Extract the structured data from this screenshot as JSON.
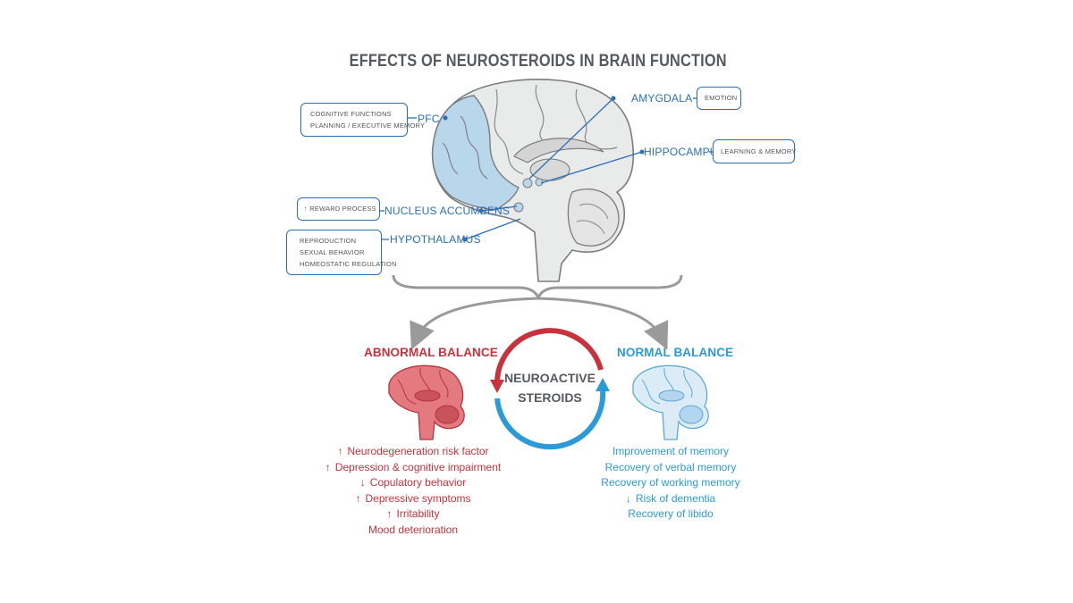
{
  "title": "EFFECTS OF NEUROSTEROIDS IN BRAIN FUNCTION",
  "regions": {
    "pfc": {
      "label": "PFC",
      "box": [
        "COGNITIVE FUNCTIONS",
        "PLANNING / EXECUTIVE MEMORY"
      ]
    },
    "amygdala": {
      "label": "AMYGDALA",
      "box": [
        "EMOTION"
      ]
    },
    "hippocampus": {
      "label": "HIPPOCAMPUS",
      "box": [
        "LEARNING & MEMORY"
      ]
    },
    "nucleus_accumbens": {
      "label": "NUCLEUS ACCUMBENS",
      "box_arrow": "↑",
      "box": [
        "REWARD PROCESS"
      ]
    },
    "hypothalamus": {
      "label": "HYPOTHALAMUS",
      "box": [
        "REPRODUCTION",
        "SEXUAL BEHAVIOR",
        "HOMEOSTATIC REGULATION"
      ]
    }
  },
  "center": {
    "line1": "NEUROACTIVE",
    "line2": "STEROIDS"
  },
  "abnormal": {
    "heading": "ABNORMAL BALANCE",
    "color": "#c8323c",
    "items": [
      {
        "arrow": "↑",
        "text": "Neurodegeneration risk factor"
      },
      {
        "arrow": "↑",
        "text": "Depression & cognitive impairment"
      },
      {
        "arrow": "↓",
        "text": "Copulatory behavior"
      },
      {
        "arrow": "↑",
        "text": "Depressive symptoms"
      },
      {
        "arrow": "↑",
        "text": "Irritability"
      },
      {
        "arrow": "",
        "text": "Mood deterioration"
      }
    ]
  },
  "normal": {
    "heading": "NORMAL BALANCE",
    "color": "#2c9ad8",
    "items": [
      {
        "arrow": "",
        "text": "Improvement of memory"
      },
      {
        "arrow": "",
        "text": "Recovery of verbal memory"
      },
      {
        "arrow": "",
        "text": "Recovery of working memory"
      },
      {
        "arrow": "↓",
        "text": "Risk of dementia"
      },
      {
        "arrow": "",
        "text": "Recovery of libido"
      }
    ]
  },
  "colors": {
    "region_blue": "#2a6fb5",
    "pfc_fill": "#b9d7ea",
    "gray_arrow": "#9a9a9a",
    "abnormal_red": "#c8323c",
    "normal_blue": "#2c9ad8"
  }
}
